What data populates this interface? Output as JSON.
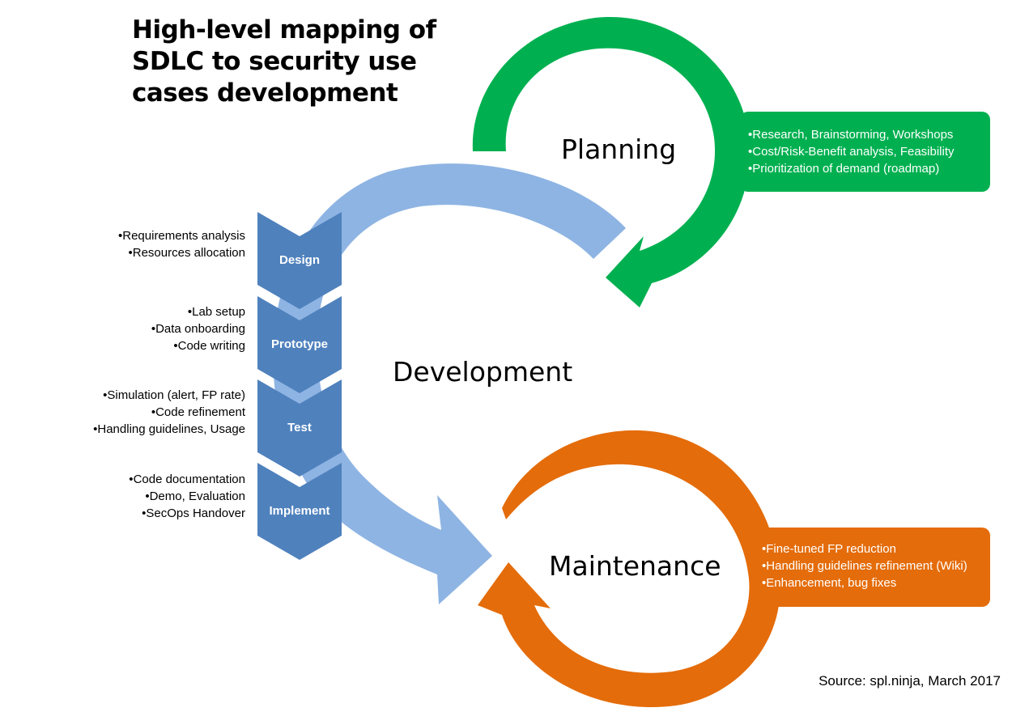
{
  "title": {
    "line1": "High-level mapping of",
    "line2": "SDLC to security use",
    "line3": "cases development"
  },
  "phases": {
    "planning": "Planning",
    "development": "Development",
    "maintenance": "Maintenance"
  },
  "planning_box": {
    "items": [
      "Research, Brainstorming, Workshops",
      "Cost/Risk-Benefit analysis, Feasibility",
      "Prioritization of demand (roadmap)"
    ]
  },
  "maintenance_box": {
    "items": [
      "Fine-tuned FP reduction",
      "Handling guidelines refinement (Wiki)",
      "Enhancement, bug fixes"
    ]
  },
  "steps": [
    {
      "label": "Design",
      "notes": [
        "Requirements analysis",
        "Resources allocation"
      ]
    },
    {
      "label": "Prototype",
      "notes": [
        "Lab setup",
        "Data onboarding",
        "Code writing"
      ]
    },
    {
      "label": "Test",
      "notes": [
        "Simulation (alert, FP rate)",
        "Code refinement",
        "Handling guidelines, Usage"
      ]
    },
    {
      "label": "Implement",
      "notes": [
        "Code documentation",
        "Demo, Evaluation",
        "SecOps Handover"
      ]
    }
  ],
  "source": "Source: spl.ninja, March 2017",
  "colors": {
    "planning": "#00b050",
    "maintenance": "#e46c0a",
    "development_arrow": "#8eb4e3",
    "chevron": "#4f81bd"
  },
  "icons": {
    "planning_cycle": "circular-arrow-icon",
    "maintenance_cycle": "circular-arrow-icon",
    "development_flow": "curved-arrow-icon"
  }
}
